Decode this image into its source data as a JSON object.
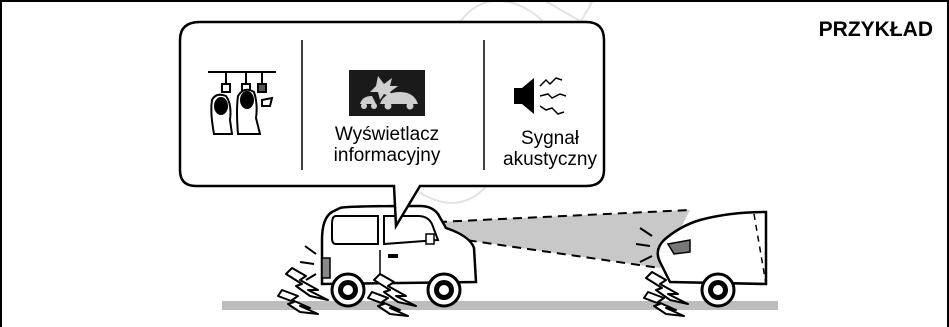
{
  "example_label": "PRZYKŁAD",
  "callout": {
    "display_label_line1": "Wyświetlacz",
    "display_label_line2": "informacyjny",
    "sound_label_line1": "Sygnał",
    "sound_label_line2": "akustyczny"
  },
  "watermark_text": "COPY",
  "icons": [
    "pedal-feet-icon",
    "collision-display-icon",
    "speaker-sound-icon"
  ],
  "colors": {
    "frame": "#000000",
    "road": "#bdbdbd",
    "radar_beam": "#c8c8c8",
    "display_screen": "#1a1a1a",
    "watermark": "#e6e6e6"
  }
}
